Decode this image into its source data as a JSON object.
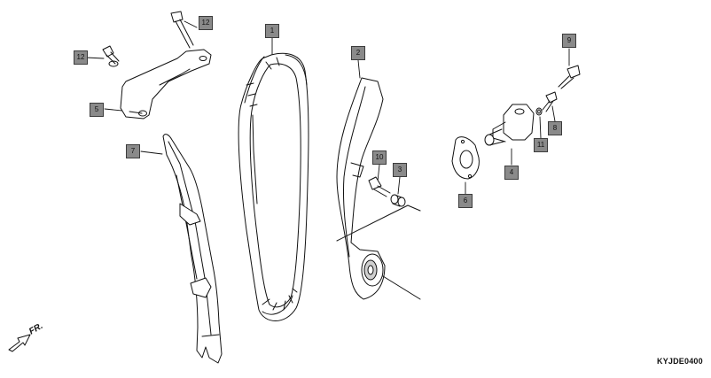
{
  "diagram": {
    "code": "KYJDE0400",
    "direction_label": "FR.",
    "callouts": [
      "1",
      "2",
      "3",
      "4",
      "5",
      "6",
      "7",
      "8",
      "9",
      "10",
      "11",
      "12",
      "12"
    ],
    "parts": [
      "cam-chain",
      "chain-guide",
      "collar",
      "tensioner-lifter",
      "setting-plate",
      "gasket",
      "tensioner-arm",
      "tensioner-bolt",
      "flange-bolt-9",
      "flange-bolt-10",
      "sealing-washer",
      "flange-bolt-12"
    ],
    "colors": {
      "line": "#111111",
      "callout_fill": "#8a8a8a",
      "callout_border": "#3c3c3c",
      "shade": "#cfcfcf"
    }
  }
}
